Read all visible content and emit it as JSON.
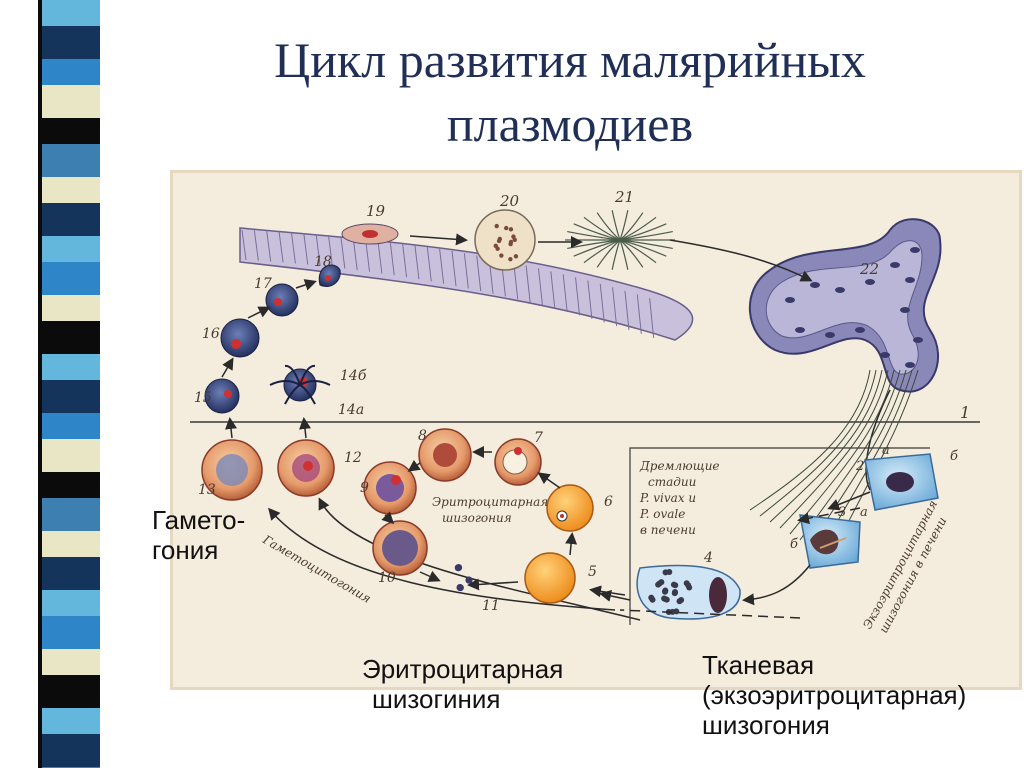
{
  "title": {
    "line1": "Цикл развития малярийных",
    "line2": "плазмодиев"
  },
  "captions": {
    "gametogony": {
      "line1": "Гамето-",
      "line2": "гония"
    },
    "erythrocytic": {
      "line1": "Эритроцитарная",
      "line2": "шизогиния"
    },
    "tissue": {
      "line1": "Тканевая",
      "line2": "(экзоэритроцитарная)",
      "line3": "шизогония"
    }
  },
  "diagram_labels": {
    "stage_1": "1",
    "stage_2": "2",
    "stage_3": "3",
    "stage_4": "4",
    "stage_5": "5",
    "stage_6": "6",
    "stage_7": "7",
    "stage_8": "8",
    "stage_9": "9",
    "stage_10": "10",
    "stage_11": "11",
    "stage_12": "12",
    "stage_13": "13",
    "stage_14a": "14а",
    "stage_14b": "14б",
    "stage_15": "15",
    "stage_16": "16",
    "stage_17": "17",
    "stage_18": "18",
    "stage_19": "19",
    "stage_20": "20",
    "stage_21": "21",
    "stage_22": "22",
    "sub_a1": "а",
    "sub_b1": "б",
    "sub_a2": "а",
    "sub_b2": "б",
    "dormant_1": "Дремлющие",
    "dormant_2": "стадии",
    "dormant_3": "P. vivax и",
    "dormant_4": "P. ovale",
    "dormant_5": "в печени",
    "erythro_1": "Эритроцитарная",
    "erythro_2": "шизогония",
    "gameto_curve": "Гаметоцитогония",
    "exo_1": "Экзоэритроцитарная",
    "exo_2": "шизогония в печени"
  },
  "colors": {
    "stripe_dark": "#14345c",
    "stripe_blue": "#2e86c8",
    "stripe_light": "#e8e6c4",
    "stripe_black": "#0b0b0b",
    "stripe_sky": "#63b6dc",
    "stripe_mid": "#3c7fb0",
    "title": "#1f2f56",
    "paper": "#f4ecdd",
    "cell_red": "#e8a070",
    "cell_orange": "#f2a23a",
    "parasite_blue": "#2f3f7a",
    "gland_purple": "#8a88b8",
    "liver_blue": "#9cc8e8"
  }
}
